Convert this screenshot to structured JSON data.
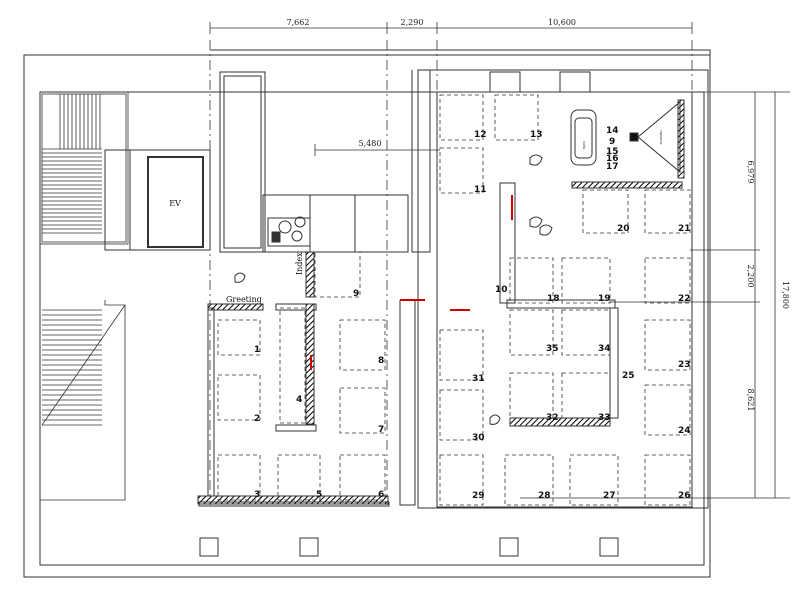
{
  "dimensions": {
    "top": [
      "7,662",
      "2,290",
      "10,600"
    ],
    "inner": "5,480",
    "right": [
      "6,979",
      "2,200",
      "8,621"
    ],
    "total": "17,800"
  },
  "labels": {
    "ev": "EV",
    "index": "Index",
    "greeting": "Greeting",
    "sofa": "sofa",
    "camera": "camera"
  },
  "booths": [
    {
      "id": "1"
    },
    {
      "id": "2"
    },
    {
      "id": "3"
    },
    {
      "id": "4"
    },
    {
      "id": "5"
    },
    {
      "id": "6"
    },
    {
      "id": "7"
    },
    {
      "id": "8"
    },
    {
      "id": "9"
    },
    {
      "id": "10"
    },
    {
      "id": "11"
    },
    {
      "id": "12"
    },
    {
      "id": "13"
    },
    {
      "id": "14"
    },
    {
      "id": "9"
    },
    {
      "id": "15"
    },
    {
      "id": "16"
    },
    {
      "id": "17"
    },
    {
      "id": "18"
    },
    {
      "id": "19"
    },
    {
      "id": "20"
    },
    {
      "id": "21"
    },
    {
      "id": "22"
    },
    {
      "id": "23"
    },
    {
      "id": "24"
    },
    {
      "id": "25"
    },
    {
      "id": "26"
    },
    {
      "id": "27"
    },
    {
      "id": "28"
    },
    {
      "id": "29"
    },
    {
      "id": "30"
    },
    {
      "id": "31"
    },
    {
      "id": "32"
    },
    {
      "id": "33"
    },
    {
      "id": "34"
    },
    {
      "id": "35"
    }
  ]
}
